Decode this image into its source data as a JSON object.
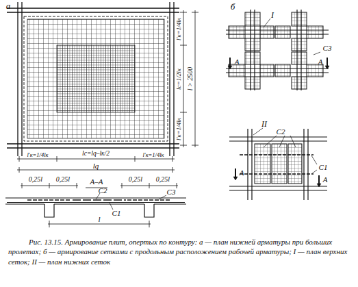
{
  "diagram": {
    "caption": "Рис. 13.15. Армирование плит, опертых по контуру: а — план нижней арматуры при больших пролетах; б — армирование сетками с продольным расположением рабочей арматуры; I — план верхних сеток; II — план нижних сеток",
    "labels": [
      "а",
      "l'к=1/4lк",
      "lс=1/2lк",
      "l'к=1/4lк",
      "l > 2500",
      "l'к=1/4lк",
      "lс=lq–lк/2",
      "l'к=1/4lк",
      "lq",
      "0,25l",
      "0,25l",
      "А–А",
      "0,25l",
      "0,25l",
      "С2",
      "С3",
      "С1",
      "l",
      "б",
      "I",
      "С3",
      "А",
      "А",
      "II",
      "С2",
      "С1",
      "А",
      "А"
    ]
  }
}
